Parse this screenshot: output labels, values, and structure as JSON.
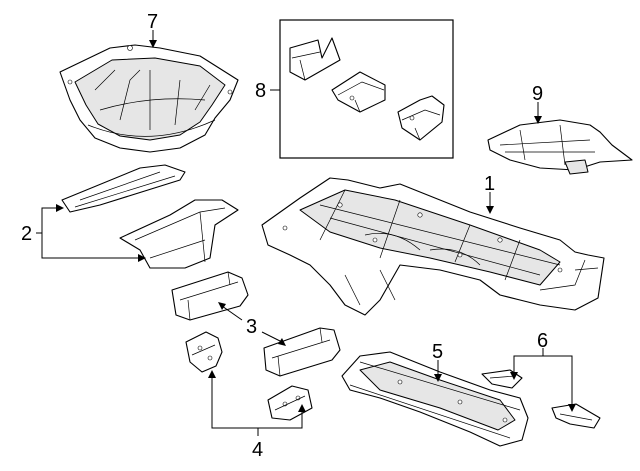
{
  "callouts": {
    "c1": "1",
    "c2": "2",
    "c3": "3",
    "c4": "4",
    "c5": "5",
    "c6": "6",
    "c7": "7",
    "c8": "8",
    "c9": "9"
  },
  "colors": {
    "line": "#000000",
    "fill": "#ffffff",
    "shade": "#e6e6e6"
  }
}
